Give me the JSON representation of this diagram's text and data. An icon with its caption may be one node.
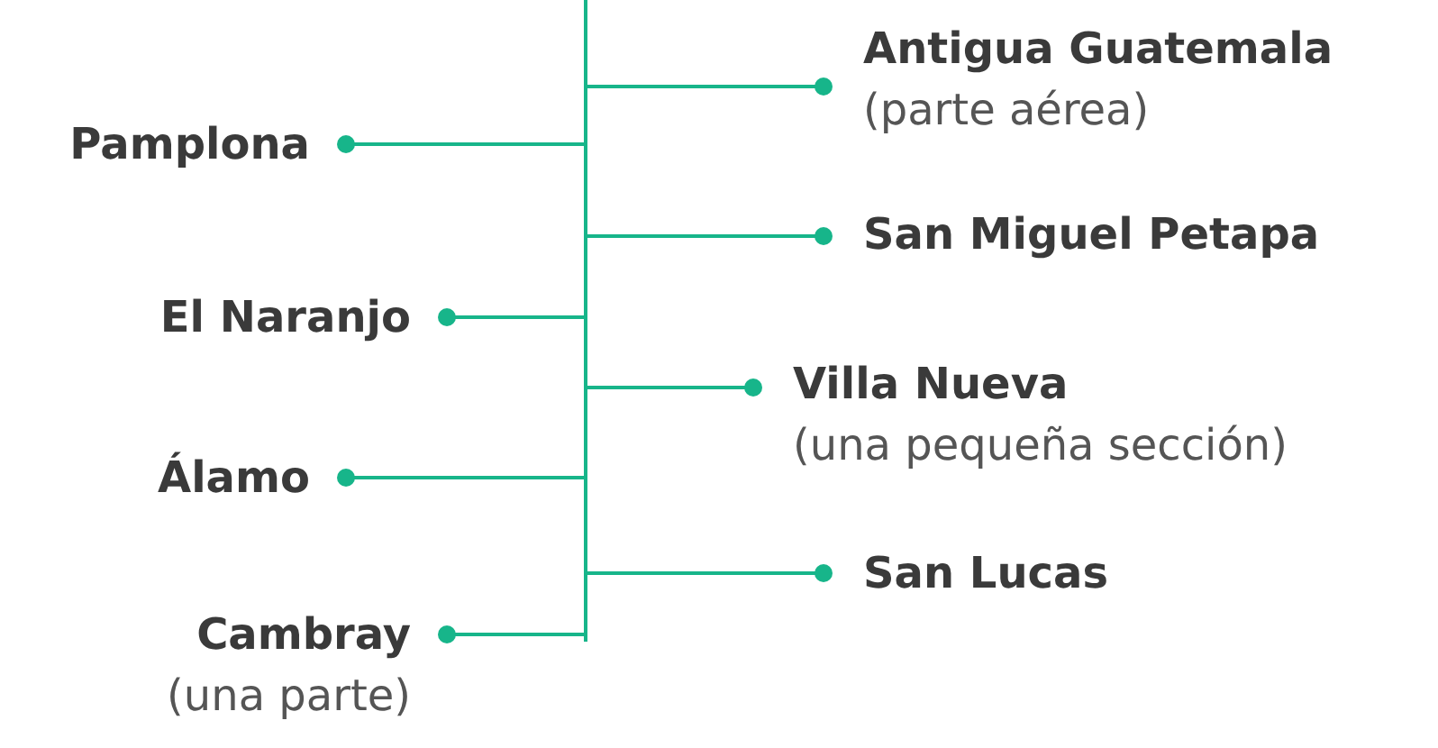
{
  "diagram": {
    "nodes": [
      {
        "text": [],
        "shape": "bar"
      },
      {
        "text": [
          "Antigua Guatemala",
          "(parte aérea)"
        ]
      },
      {
        "text": [
          "Pamplona"
        ]
      },
      {
        "text": [
          "San Miguel Petapa"
        ]
      },
      {
        "text": [
          "El Naranjo"
        ]
      },
      {
        "text": [
          "Villa Nueva",
          "(una pequeña sección)"
        ]
      },
      {
        "text": [
          "Álamo"
        ]
      },
      {
        "text": [
          "San Lucas"
        ]
      },
      {
        "text": [
          "Cambray",
          "(una parte)"
        ]
      }
    ],
    "edges": [
      {
        "from": 0,
        "to": 1,
        "arrow": "other"
      },
      {
        "from": 0,
        "to": 2,
        "arrow": "other"
      },
      {
        "from": 0,
        "to": 3,
        "arrow": "other"
      },
      {
        "from": 0,
        "to": 4,
        "arrow": "other"
      },
      {
        "from": 0,
        "to": 5,
        "arrow": "other"
      },
      {
        "from": 0,
        "to": 6,
        "arrow": "other"
      },
      {
        "from": 0,
        "to": 7,
        "arrow": "other"
      },
      {
        "from": 0,
        "to": 8,
        "arrow": "other"
      }
    ]
  }
}
